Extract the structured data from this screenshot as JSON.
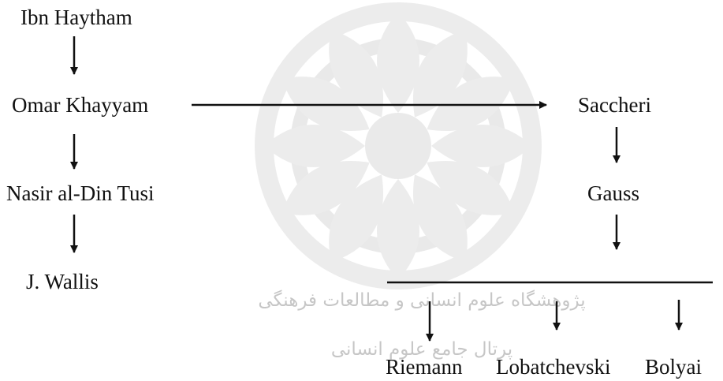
{
  "diagram": {
    "nodes": {
      "ibn_haytham": "Ibn Haytham",
      "omar_khayyam": "Omar Khayyam",
      "nasir_al_din_tusi": "Nasir al-Din Tusi",
      "j_wallis": "J. Wallis",
      "saccheri": "Saccheri",
      "gauss": "Gauss",
      "riemann": "Riemann",
      "lobatchevski": "Lobatchevski",
      "bolyai": "Bolyai"
    },
    "edges": [
      {
        "from": "ibn_haytham",
        "to": "omar_khayyam"
      },
      {
        "from": "omar_khayyam",
        "to": "nasir_al_din_tusi"
      },
      {
        "from": "nasir_al_din_tusi",
        "to": "j_wallis"
      },
      {
        "from": "omar_khayyam",
        "to": "saccheri"
      },
      {
        "from": "saccheri",
        "to": "gauss"
      },
      {
        "from": "gauss",
        "to": "riemann"
      },
      {
        "from": "gauss",
        "to": "lobatchevski"
      },
      {
        "from": "gauss",
        "to": "bolyai"
      }
    ]
  },
  "watermark": {
    "line1": "پژوهشگاه علوم انسانی و مطالعات فرهنگی",
    "line2": "پرتال جامع علوم انسانی"
  },
  "colors": {
    "text": "#111111",
    "arrow": "#111111",
    "watermark": "#bdbdbd",
    "background": "#ffffff"
  }
}
